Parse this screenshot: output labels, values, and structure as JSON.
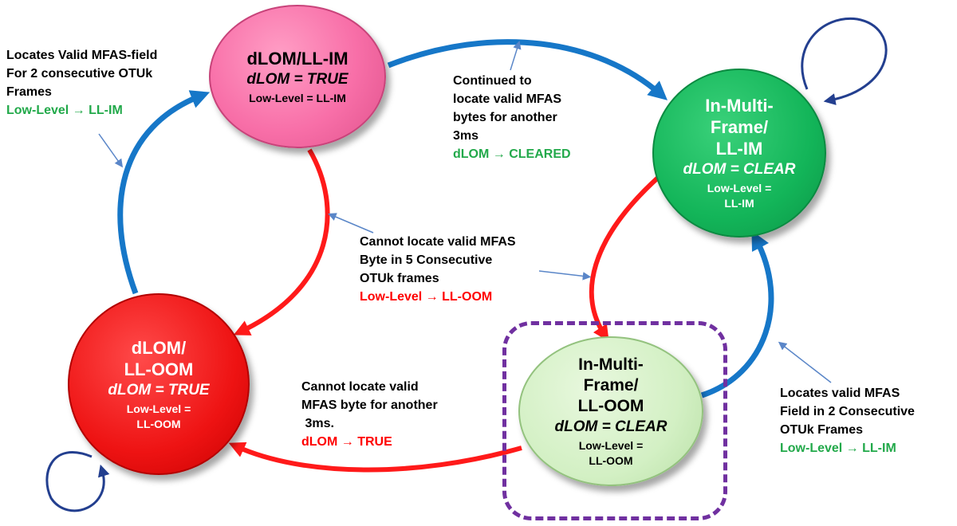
{
  "colors": {
    "transition_blue": "#1677c8",
    "transition_red": "#ff1a1a",
    "self_loop": "#233f8f",
    "pointer": "#5a86c8",
    "highlight_border": "#7030a0",
    "effect_green": "#22a94a",
    "effect_red": "#ff0000"
  },
  "states": {
    "lom_ll_im": {
      "title": "dLOM/LL-IM",
      "condition": "dLOM = TRUE",
      "level": "Low-Level = LL-IM"
    },
    "lom_ll_oom": {
      "title": [
        "dLOM/",
        "LL-OOM"
      ],
      "condition": "dLOM = TRUE",
      "level": [
        "Low-Level =",
        "LL-OOM"
      ]
    },
    "in_multiframe_ll_im": {
      "title": [
        "In-Multi-",
        "Frame/",
        "LL-IM"
      ],
      "condition": "dLOM = CLEAR",
      "level": [
        "Low-Level =",
        "LL-IM"
      ]
    },
    "in_multiframe_ll_oom": {
      "title": [
        "In-Multi-",
        "Frame/",
        "LL-OOM"
      ],
      "condition": "dLOM = CLEAR",
      "level": [
        "Low-Level =",
        "LL-OOM"
      ]
    }
  },
  "transitions": {
    "oom_to_im": {
      "lines": [
        "Locates Valid MFAS-field",
        "For 2 consecutive OTUk",
        "Frames"
      ],
      "effect": "Low-Level → LL-IM"
    },
    "im_to_inframe": {
      "lines": [
        "Continued to",
        "locate valid MFAS",
        "bytes for another",
        "3ms"
      ],
      "effect": "dLOM → CLEARED"
    },
    "lost_mfas": {
      "lines": [
        "Cannot locate valid MFAS",
        "Byte in 5 Consecutive",
        "OTUk frames"
      ],
      "effect": "Low-Level → LL-OOM"
    },
    "timeout": {
      "lines": [
        "Cannot locate valid",
        "MFAS byte for another",
        " 3ms."
      ],
      "effect": "dLOM → TRUE"
    },
    "regain": {
      "lines": [
        "Locates valid MFAS",
        "Field in 2 Consecutive",
        "OTUk Frames"
      ],
      "effect": "Low-Level → LL-IM"
    }
  }
}
